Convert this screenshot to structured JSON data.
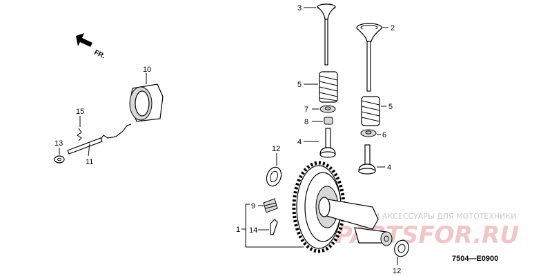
{
  "diagram": {
    "code": "7504—E0900",
    "direction_label": "FR.",
    "watermark_text": "ЗАПЧАСТИ И АКСЕССУАРЫ ДЛЯ МОТОТЕХНИКИ",
    "watermark_logo": "PARTSFOR.RU",
    "callouts": {
      "c1": "1",
      "c2": "2",
      "c3": "3",
      "c4a": "4",
      "c4b": "4",
      "c5a": "5",
      "c5b": "5",
      "c6": "6",
      "c7": "7",
      "c8": "8",
      "c9": "9",
      "c10": "10",
      "c11": "11",
      "c12a": "12",
      "c12b": "12",
      "c13": "13",
      "c14": "14",
      "c15": "15"
    }
  }
}
